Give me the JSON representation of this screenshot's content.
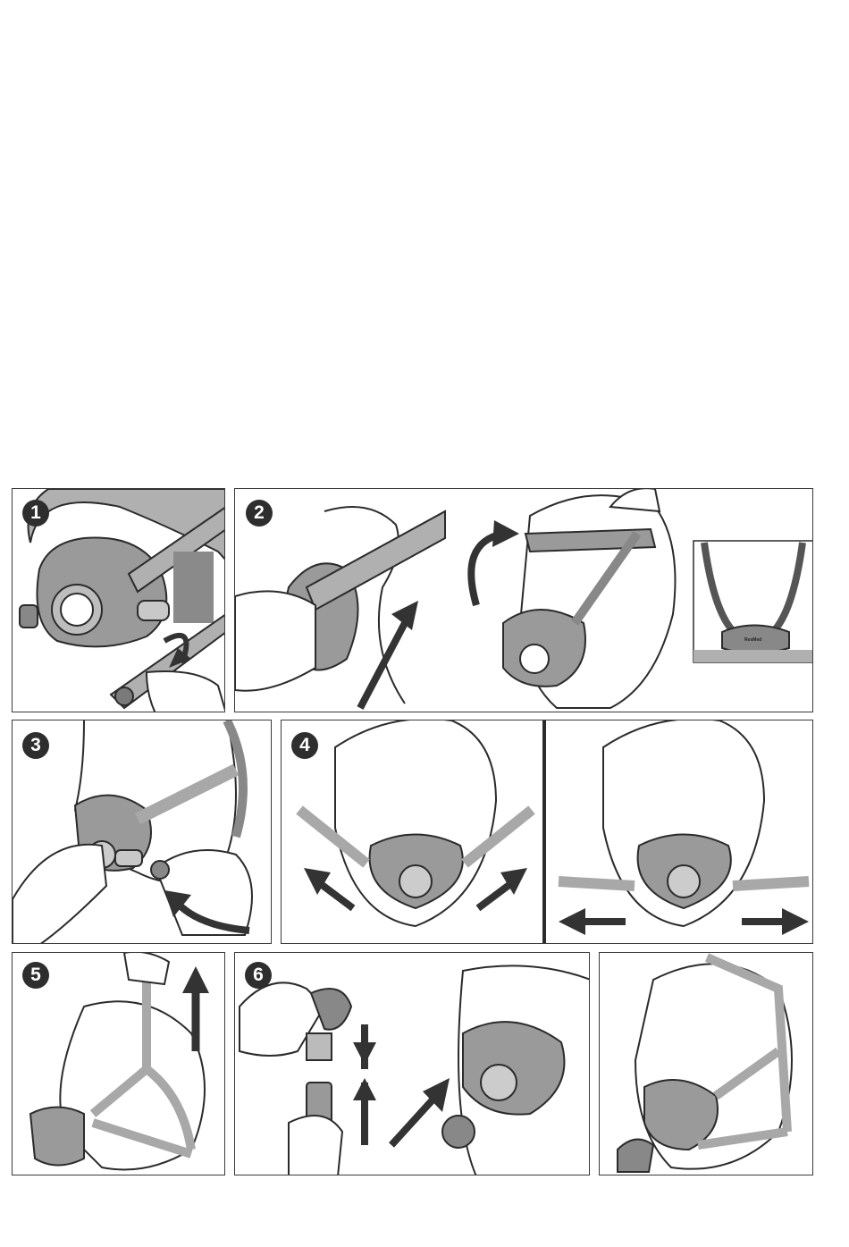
{
  "steps": [
    {
      "number": "1"
    },
    {
      "number": "2"
    },
    {
      "number": "3"
    },
    {
      "number": "4"
    },
    {
      "number": "5"
    },
    {
      "number": "6"
    }
  ],
  "inset_logo_text": "ResMed",
  "colors": {
    "outline": "#2b2b2b",
    "mask_fill": "#9a9a9a",
    "strap_fill": "#a8a8a8",
    "arrow": "#3a3a3a",
    "skin": "#ffffff"
  }
}
